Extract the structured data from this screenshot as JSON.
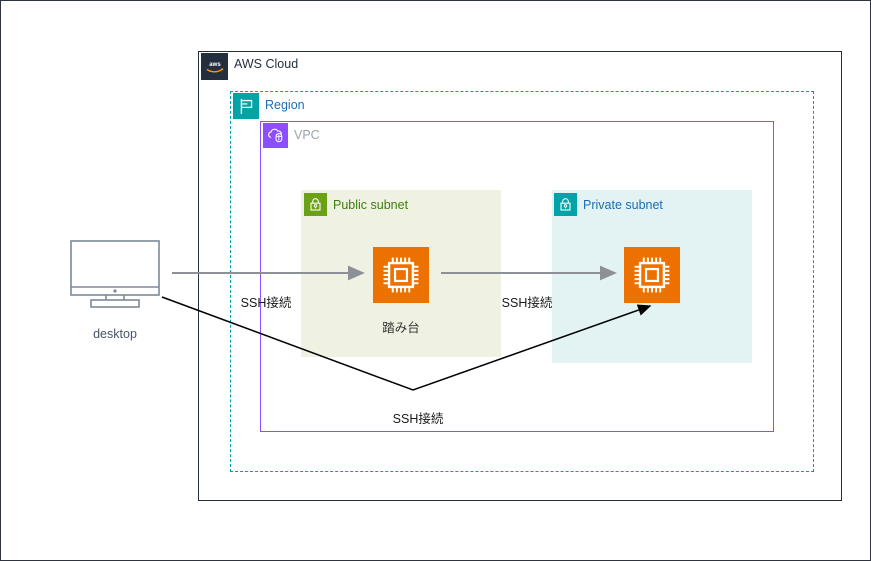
{
  "diagram": {
    "title": "AWS bastion host SSH architecture",
    "groups": {
      "aws_cloud": {
        "label": "AWS Cloud",
        "icon": "aws-cloud-icon",
        "border_color": "#232f3e",
        "label_color": "#232f3e"
      },
      "region": {
        "label": "Region",
        "icon": "region-flag-icon",
        "border_color": "#00a4a6",
        "label_color": "#1a6fb5",
        "border_style": "dashed"
      },
      "vpc": {
        "label": "VPC",
        "icon": "vpc-icon",
        "border_color": "#8c4fff",
        "label_color": "#9aa3ad",
        "border_style": "solid"
      },
      "public_subnet": {
        "label": "Public subnet",
        "icon": "lock-icon",
        "fill_color": "#eff2e3",
        "icon_color": "#6aa116",
        "label_color": "#3f7d0f"
      },
      "private_subnet": {
        "label": "Private subnet",
        "icon": "lock-icon",
        "fill_color": "#e3f2f2",
        "icon_color": "#00a4a6",
        "label_color": "#1a6fb5"
      }
    },
    "nodes": {
      "desktop": {
        "label": "desktop",
        "icon": "monitor-icon",
        "color": "#7d8999"
      },
      "bastion": {
        "label": "踏み台",
        "icon": "ec2-instance-icon",
        "color": "#ed7100"
      },
      "private_instance": {
        "label": "",
        "icon": "ec2-instance-icon",
        "color": "#ed7100"
      }
    },
    "edges": [
      {
        "id": "desktop-to-bastion",
        "label": "SSH接続",
        "color": "#8d9096",
        "style": "solid"
      },
      {
        "id": "bastion-to-private",
        "label": "SSH接続",
        "color": "#8d9096",
        "style": "solid"
      },
      {
        "id": "desktop-to-private-tunnel",
        "label": "SSH接続",
        "color": "#000000",
        "style": "solid"
      }
    ]
  }
}
